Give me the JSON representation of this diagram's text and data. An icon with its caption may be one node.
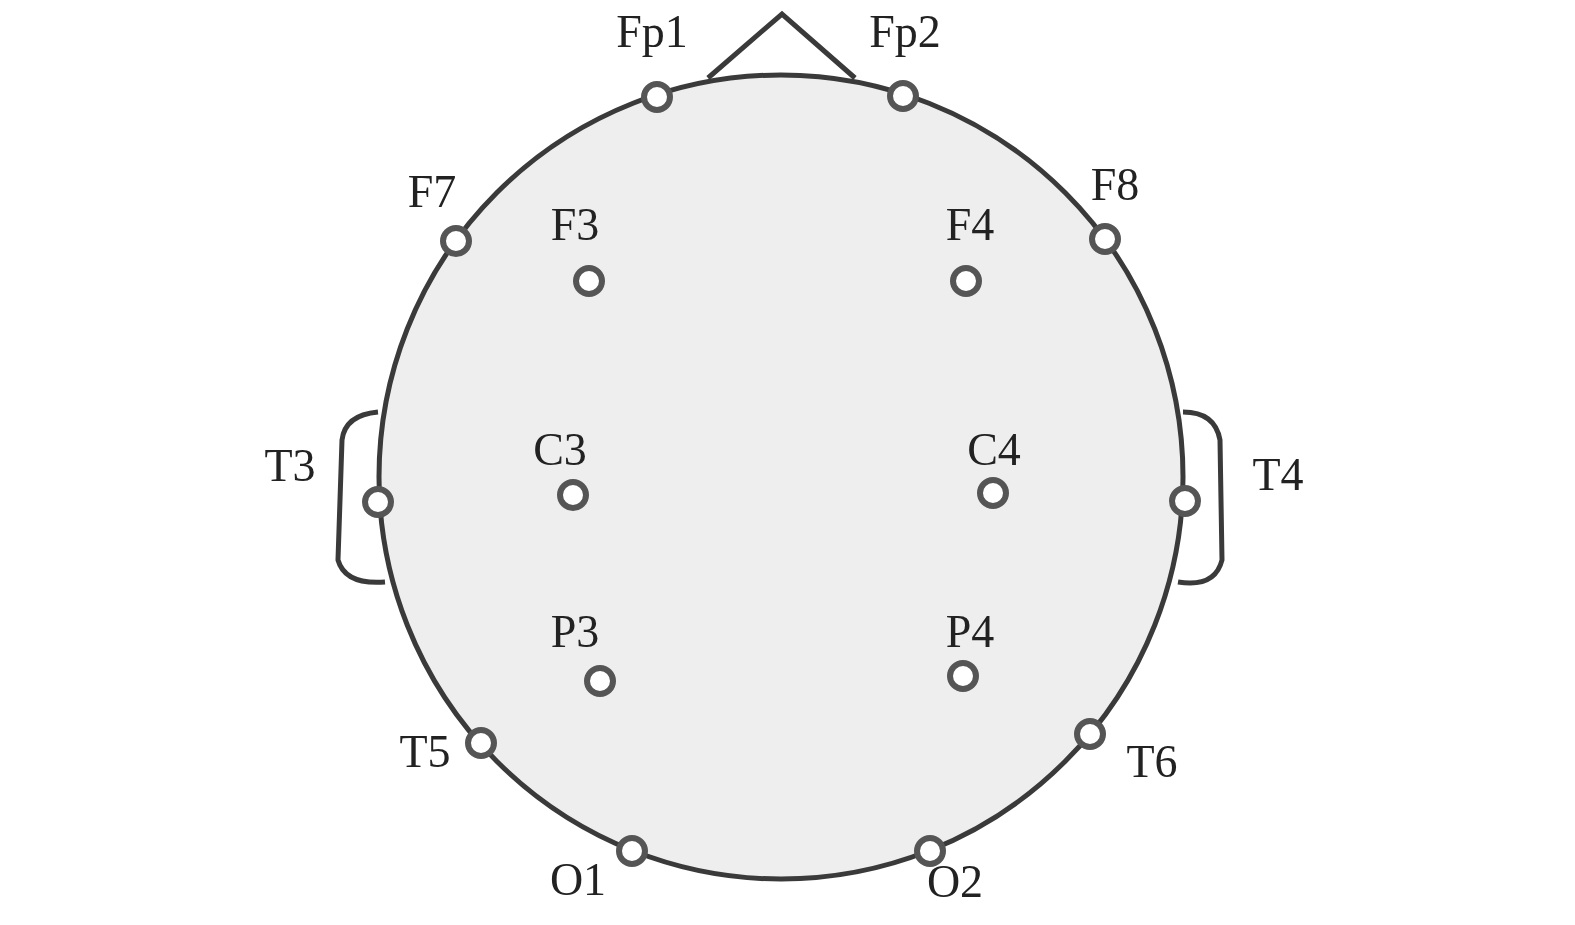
{
  "diagram": {
    "labels": [
      "Fp1",
      "Fp2",
      "F7",
      "F8",
      "F3",
      "F4",
      "T3",
      "C3",
      "C4",
      "T4",
      "P3",
      "P4",
      "T5",
      "T6",
      "O1",
      "O2"
    ]
  }
}
